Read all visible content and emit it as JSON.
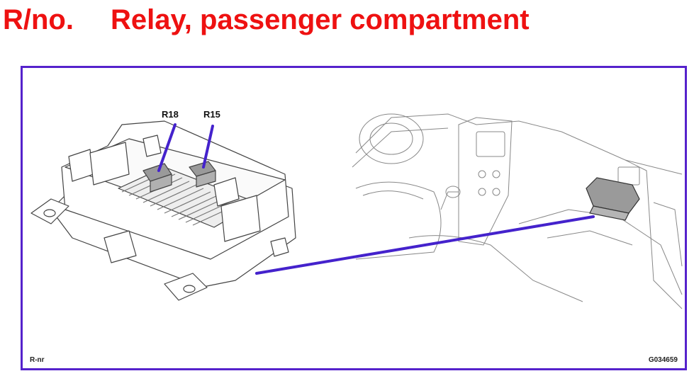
{
  "title": {
    "code": "R/no.",
    "text": "Relay, passenger compartment"
  },
  "labels": {
    "relay_a": "R18",
    "relay_b": "R15"
  },
  "footer": {
    "left": "R-nr",
    "right": "G034659"
  },
  "colors": {
    "title": "#ee1111",
    "frame": "#5522cc",
    "pointer": "#4422cc",
    "relay_fill": "#9a9a9a",
    "line_art": "#444444"
  }
}
